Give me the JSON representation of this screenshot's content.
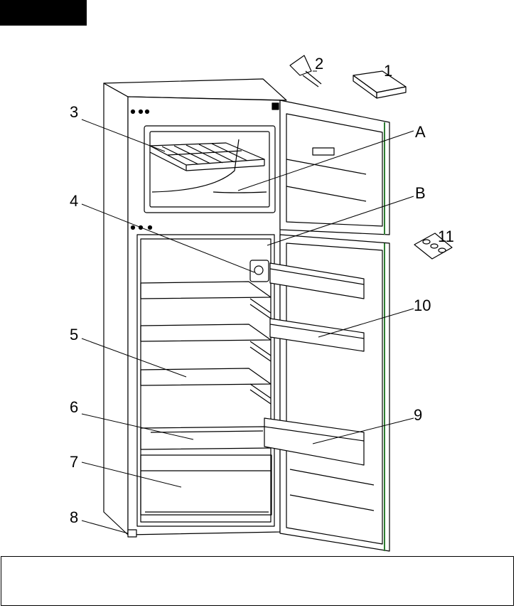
{
  "header": {
    "block": "black-header-block"
  },
  "labels": {
    "one": "1",
    "two": "2",
    "three": "3",
    "four": "4",
    "five": "5",
    "six": "6",
    "seven": "7",
    "eight": "8",
    "nine": "9",
    "ten": "10",
    "eleven": "11",
    "a": "A",
    "b": "B"
  },
  "note_box": {
    "text": ""
  },
  "colors": {
    "line": "#000000",
    "door_accent": "#2e7d32",
    "background": "#ffffff"
  }
}
